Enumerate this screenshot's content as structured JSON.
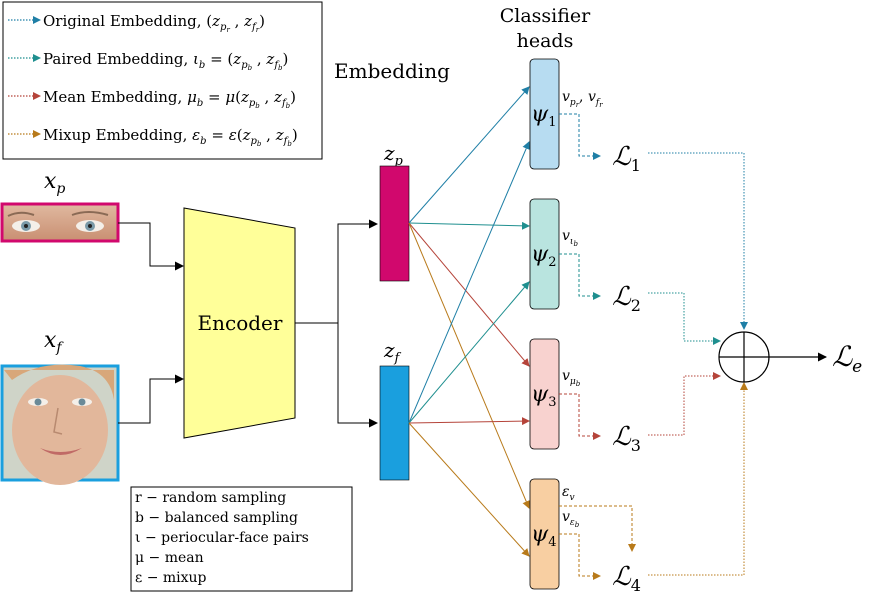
{
  "legend": {
    "items": [
      {
        "label": "Original Embedding, (z_{p_r}, z_{f_r})",
        "color": "#1f7fa6",
        "line": "dotted"
      },
      {
        "label": "Paired Embedding, ι_b = (z_{p_b}, z_{f_b})",
        "color": "#1f8f8f",
        "line": "dotted"
      },
      {
        "label": "Mean Embedding, μ_b = μ(z_{p_b}, z_{f_b})",
        "color": "#b5443a",
        "line": "dotted"
      },
      {
        "label": "Mixup Embedding, ε_b = ε(z_{p_b}, z_{f_b})",
        "color": "#b87a1a",
        "line": "dotted"
      }
    ]
  },
  "inputs": {
    "periocular_label": "x_p",
    "face_label": "x_f"
  },
  "encoder": {
    "label": "Encoder"
  },
  "embedding": {
    "title": "Embedding",
    "zp_label": "z_p",
    "zf_label": "z_f"
  },
  "classifier": {
    "title_line1": "Classifier",
    "title_line2": "heads",
    "heads": [
      {
        "label": "ψ1",
        "output": "v_{p_r}, v_{f_r}",
        "color": "#b7dcf1"
      },
      {
        "label": "ψ2",
        "output": "v_{ι_b}",
        "color": "#b9e4df"
      },
      {
        "label": "ψ3",
        "output": "v_{μ_b}",
        "color": "#f8d2cf"
      },
      {
        "label": "ψ4",
        "output": "ε_v / v_{ε_b}",
        "color": "#f8cfa2"
      }
    ]
  },
  "losses": [
    "L1",
    "L2",
    "L3",
    "L4"
  ],
  "final_loss": "L_e",
  "notation": [
    "r − random sampling",
    "b − balanced sampling",
    "ι − periocular-face pairs",
    "μ − mean",
    "ε − mixup"
  ],
  "colors": {
    "zp": "#d1086d",
    "zf": "#1a9fde",
    "encoder": "#ffff99",
    "original": "#1f7fa6",
    "paired": "#1f8f8f",
    "mean": "#b5443a",
    "mixup": "#b87a1a"
  }
}
